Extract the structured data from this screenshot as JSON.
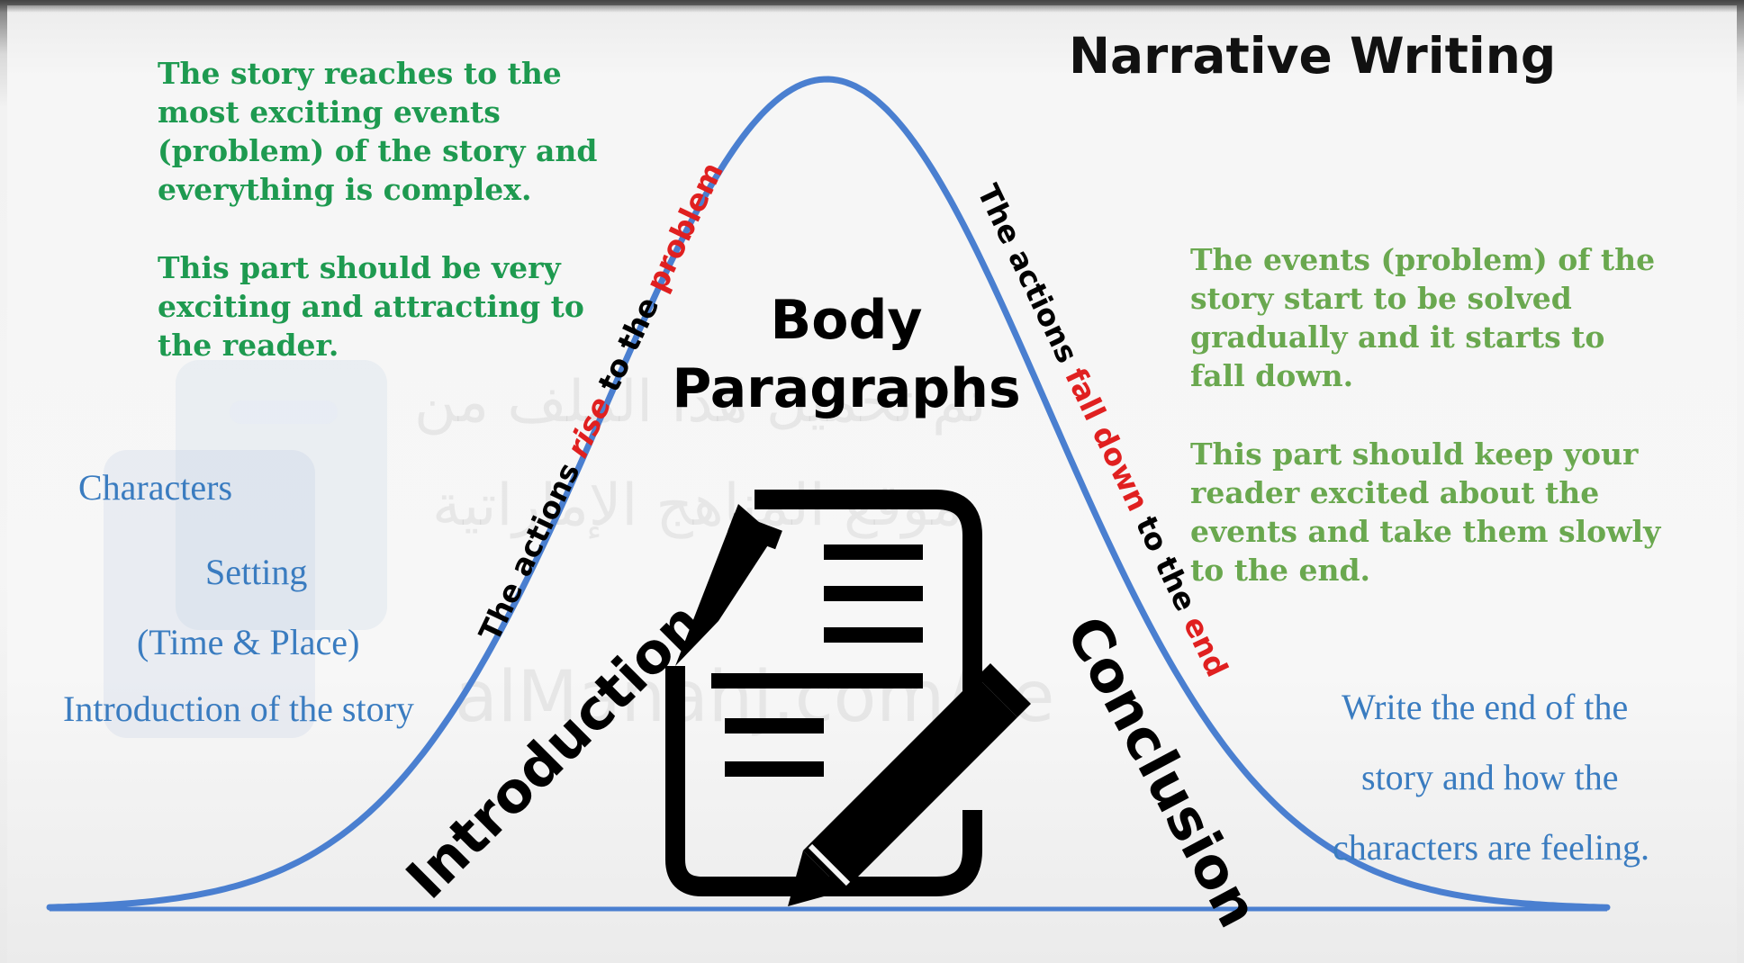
{
  "title": "Narrative Writing",
  "body_paragraphs": [
    "Body",
    "Paragraphs"
  ],
  "rising_label": {
    "prefix": "The actions ",
    "verb": "rise",
    "middle": " to the ",
    "object": "problem"
  },
  "falling_label": {
    "prefix": "The actions ",
    "verb": "fall down",
    "middle": " to the ",
    "object": "end"
  },
  "introduction_label": "Introduction",
  "conclusion_label": "Conclusion",
  "climax_text": {
    "p1": [
      "The story reaches to the",
      "most exciting events",
      "(problem) of the story and",
      "everything is complex."
    ],
    "p2": [
      "This part should be very",
      "exciting and attracting to",
      "the reader."
    ]
  },
  "falling_text": {
    "p1": [
      "The events (problem) of the",
      "story start to be solved",
      "gradually and it  starts to",
      "fall down."
    ],
    "p2": [
      "This part should keep your",
      "reader excited about the",
      "events and take them slowly",
      "to the end."
    ]
  },
  "intro_items": [
    "Characters",
    "Setting",
    "(Time & Place)",
    "Introduction of the story"
  ],
  "end_text": [
    "Write the end of the",
    "story and how the",
    "characters are feeling."
  ],
  "watermark": {
    "line1": "تم تحميل هذا الملف من",
    "line2": "موقع المناهج الإماراتية",
    "line3": "alManahj.com/ae"
  },
  "icons": [
    "document-icon",
    "pencil-icon",
    "phone-watermark-icon"
  ],
  "colors": {
    "curve": "#4a7fd0",
    "climax_green": "#1e9a50",
    "falling_green": "#6aa84f",
    "intro_blue": "#3a7cc0",
    "accent_red": "#e02020"
  }
}
